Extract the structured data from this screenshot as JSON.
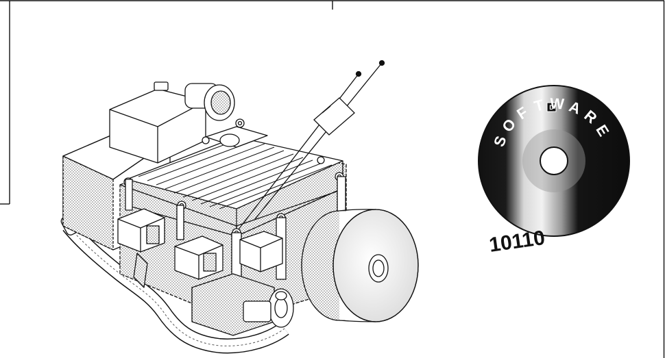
{
  "figure": {
    "disc": {
      "label": "SOFTWARE",
      "letters": [
        "S",
        "O",
        "F",
        "T",
        "W",
        "A",
        "R",
        "E"
      ],
      "binary": "10110"
    },
    "colors": {
      "ink": "#111111",
      "paper": "#ffffff",
      "disc_dark": "#141414",
      "disc_light": "#bdbdbd"
    },
    "icons": [
      "engine-module-icon",
      "software-disc-icon",
      "sensor-probe-icon"
    ]
  }
}
